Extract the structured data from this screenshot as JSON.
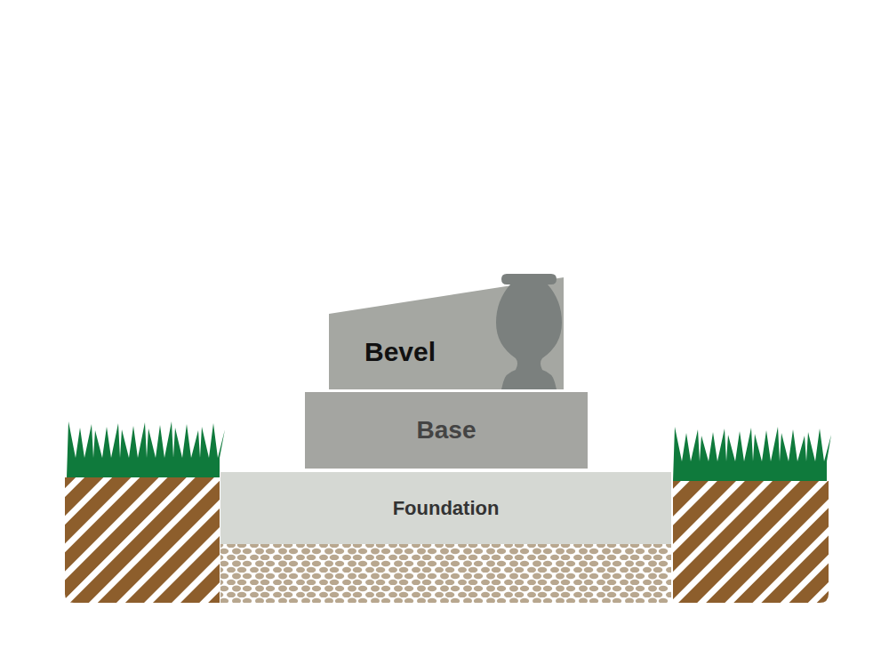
{
  "diagram": {
    "nodes": [
      {
        "text": [
          "Bevel"
        ]
      },
      {
        "text": [
          "Base"
        ]
      },
      {
        "text": [
          "Foundation"
        ]
      }
    ]
  }
}
